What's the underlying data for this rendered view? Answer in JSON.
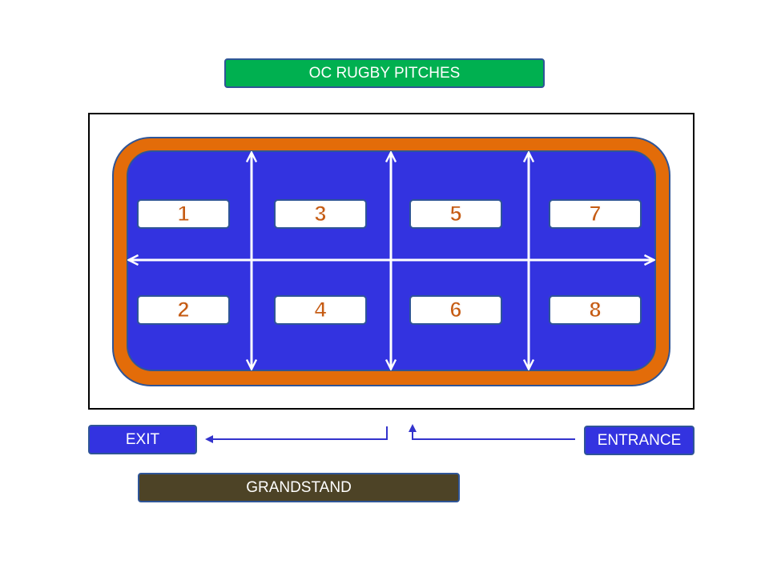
{
  "title": {
    "text": "OC RUGBY PITCHES"
  },
  "pitches": [
    {
      "label": "1"
    },
    {
      "label": "3"
    },
    {
      "label": "5"
    },
    {
      "label": "7"
    },
    {
      "label": "2"
    },
    {
      "label": "4"
    },
    {
      "label": "6"
    },
    {
      "label": "8"
    }
  ],
  "exit": {
    "label": "EXIT"
  },
  "entrance": {
    "label": "ENTRANCE"
  },
  "grandstand": {
    "label": "GRANDSTAND"
  },
  "colors": {
    "title_green": "#00b050",
    "track_orange": "#e36c09",
    "pitch_blue": "#3333e0",
    "label_number": "#c55a11",
    "grandstand_brown": "#4d4326",
    "arrow_white": "#ffffff",
    "path_blue": "#3333cc"
  },
  "icons": {
    "divider_arrows": "double-headed-arrow",
    "exit_path": "left-arrow",
    "entrance_path": "up-arrow"
  }
}
